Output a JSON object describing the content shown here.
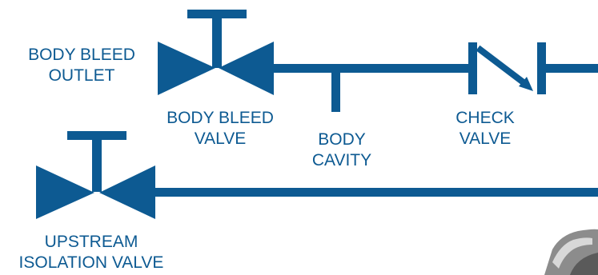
{
  "colors": {
    "pipe": "#0D5A92",
    "text": "#0D5A92",
    "background": "#FFFFFF"
  },
  "labels": {
    "body_bleed_outlet": [
      "BODY BLEED",
      "OUTLET"
    ],
    "body_bleed_valve": [
      "BODY BLEED",
      "VALVE"
    ],
    "body_cavity": [
      "BODY",
      "CAVITY"
    ],
    "check_valve": [
      "CHECK",
      "VALVE"
    ],
    "upstream_isolation_valve": [
      "UPSTREAM",
      "ISOLATION VALVE"
    ]
  },
  "icons": {
    "body_bleed_valve": "gate-valve-symbol",
    "upstream_isolation_valve": "gate-valve-symbol",
    "check_valve": "check-valve-symbol",
    "partial_photo": "valve-photo-fragment"
  }
}
